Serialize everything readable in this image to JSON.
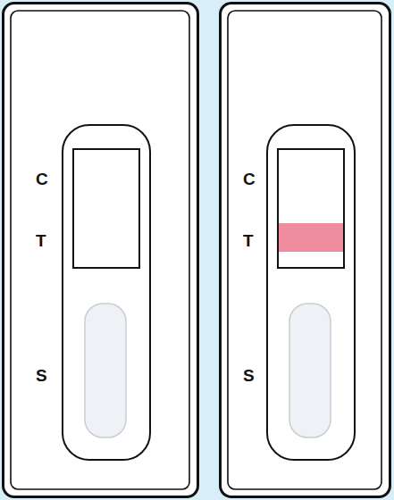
{
  "diagram": {
    "nodes": [
      {
        "text": [
          "C",
          "T",
          "S"
        ]
      },
      {
        "text": [
          "C",
          "T",
          "S"
        ]
      }
    ]
  }
}
